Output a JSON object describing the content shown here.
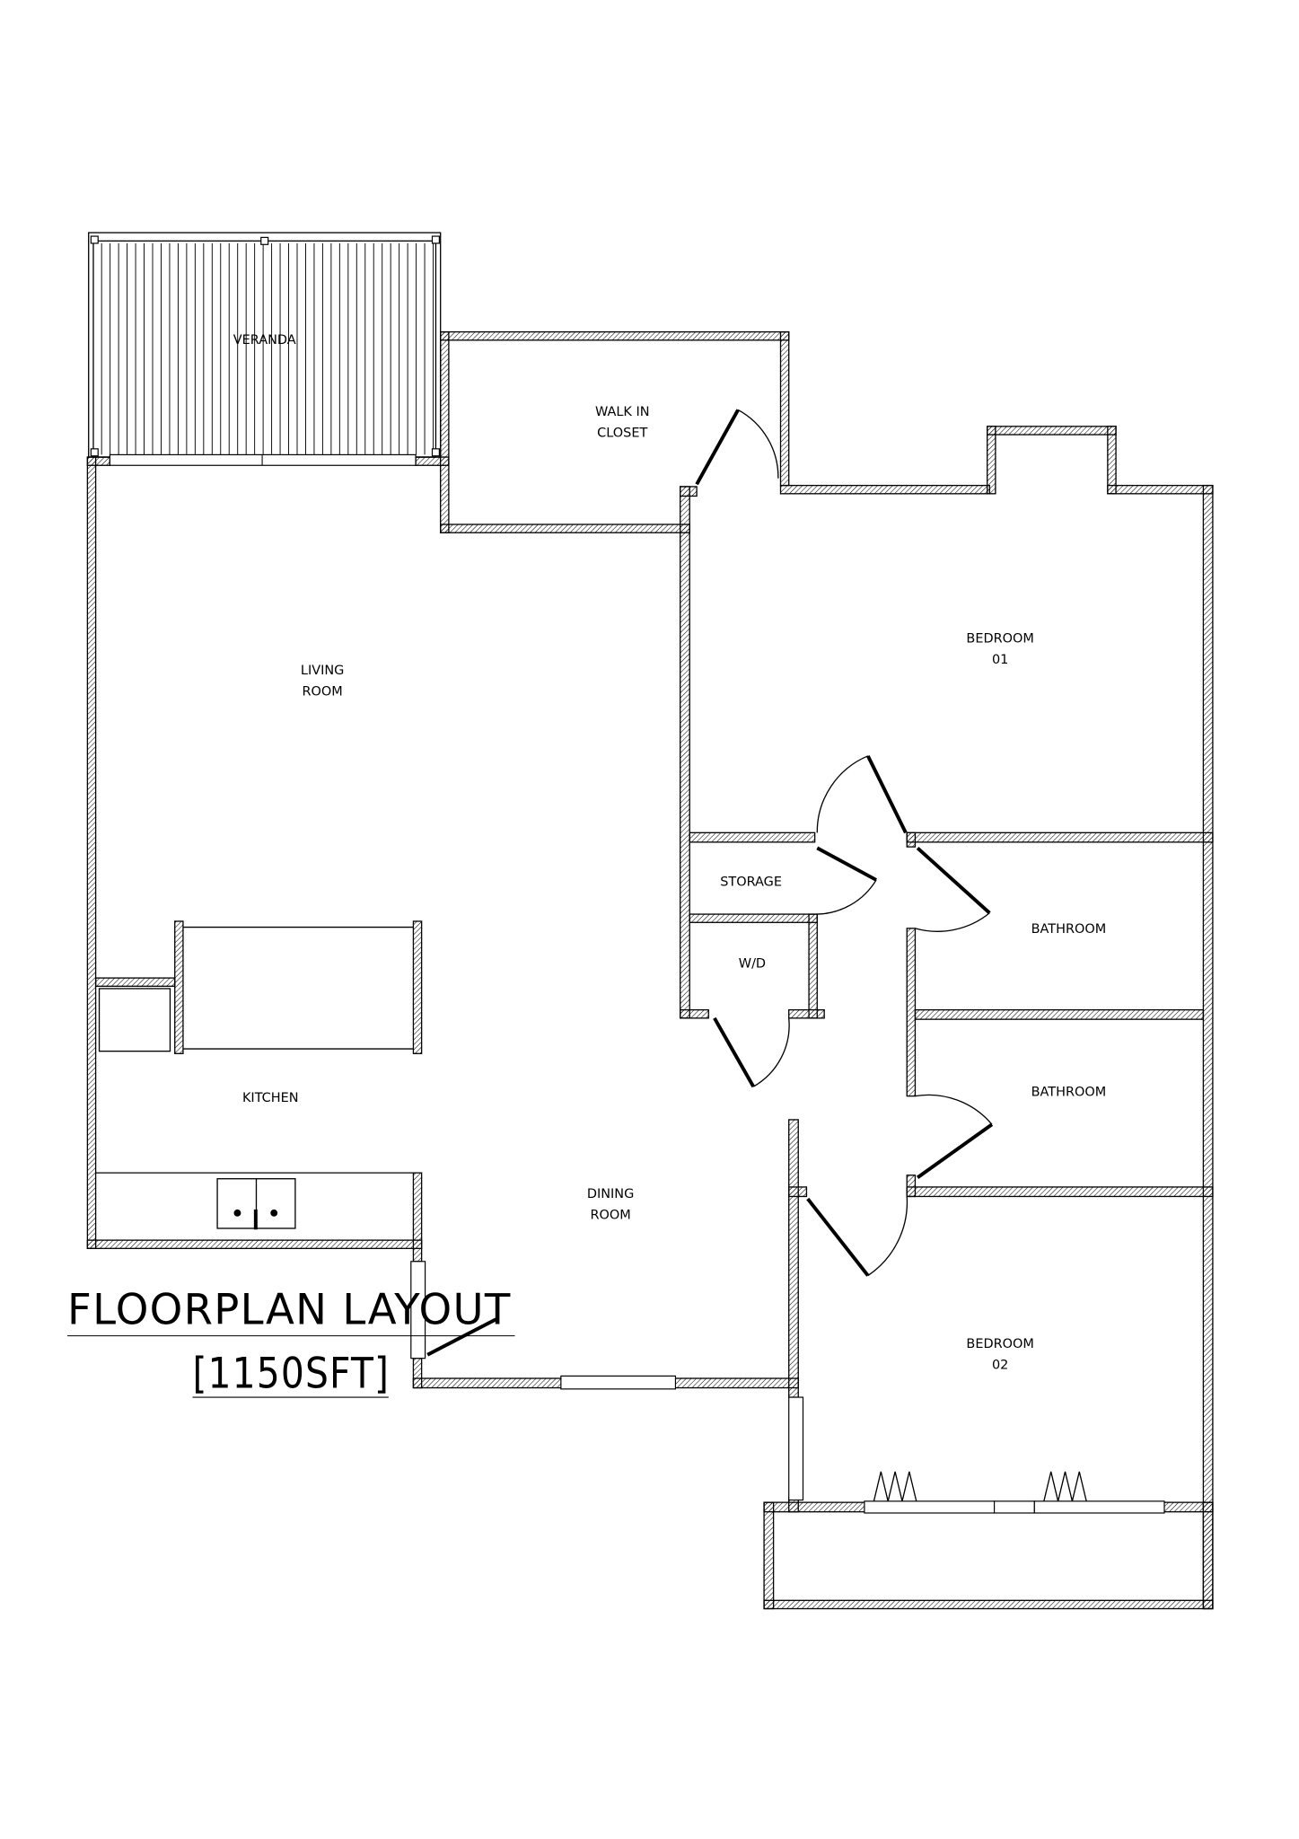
{
  "floorplan": {
    "rooms": {
      "veranda": [
        "VERANDA"
      ],
      "walk_in_closet": [
        "WALK IN",
        "CLOSET"
      ],
      "living_room": [
        "LIVING",
        "ROOM"
      ],
      "bedroom_01": [
        "BEDROOM",
        "01"
      ],
      "storage": [
        "STORAGE"
      ],
      "wd": [
        "W/D"
      ],
      "bathroom_1": [
        "BATHROOM"
      ],
      "bathroom_2": [
        "BATHROOM"
      ],
      "kitchen": [
        "KITCHEN"
      ],
      "dining_room": [
        "DINING",
        "ROOM"
      ],
      "bedroom_02": [
        "BEDROOM",
        "02"
      ]
    },
    "title": "FLOORPLAN LAYOUT",
    "area": "[1150SFT]"
  },
  "colors": {
    "line": "#000000",
    "background": "#ffffff"
  }
}
